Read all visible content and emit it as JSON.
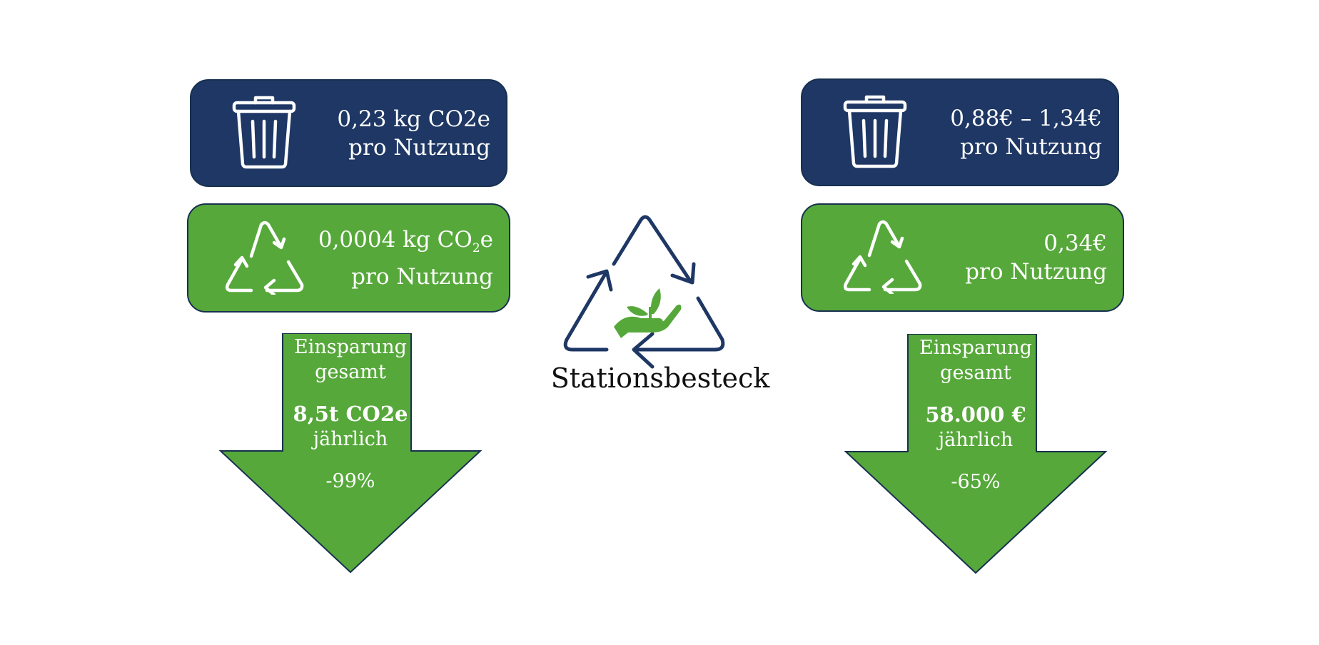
{
  "colors": {
    "navy": "#1e3764",
    "green": "#56a83a",
    "border": "#17304f",
    "white": "#ffffff"
  },
  "center": {
    "title": "Stationsbesteck",
    "icon": "recycle-hand-plant-icon"
  },
  "left": {
    "disposable": {
      "icon": "trash-can-icon",
      "line1": "0,23 kg CO2e",
      "line2": "pro Nutzung"
    },
    "reusable": {
      "icon": "recycle-icon",
      "line1_main": "0,0004 kg CO",
      "line1_sub": "2",
      "line1_end": "e",
      "line2": "pro Nutzung"
    },
    "savings": {
      "line1": "Einsparung",
      "line2": "gesamt",
      "value": "8,5t CO2e",
      "period": "jährlich",
      "percent": "-99%"
    }
  },
  "right": {
    "disposable": {
      "icon": "trash-can-icon",
      "line1": "0,88€ – 1,34€",
      "line2": "pro Nutzung"
    },
    "reusable": {
      "icon": "recycle-icon",
      "line1": "0,34€",
      "line2": "pro Nutzung"
    },
    "savings": {
      "line1": "Einsparung",
      "line2": "gesamt",
      "value": "58.000 €",
      "period": "jährlich",
      "percent": "-65%"
    }
  }
}
